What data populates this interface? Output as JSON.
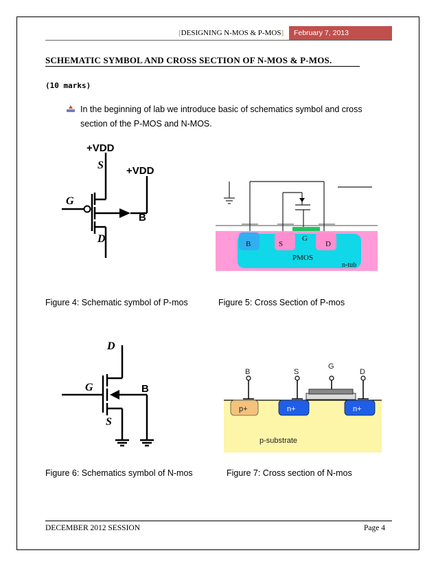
{
  "header": {
    "title": "DESIGNING N-MOS & P-MOS",
    "bracket_open": "[",
    "bracket_close": "]",
    "date": "February 7, 2013",
    "accent_color": "#c0504d"
  },
  "section": {
    "title": "SCHEMATIC SYMBOL AND CROSS SECTION OF N-MOS & P-MOS.",
    "marks": "(10 marks)"
  },
  "intro": {
    "bullet_icon": "arrow-bullet-icon",
    "text": "In the beginning of lab we introduce basic of schematics symbol and cross section of the P-MOS and N-MOS."
  },
  "figures": {
    "pmos_symbol": {
      "vdd_s": "+VDD",
      "s": "S",
      "vdd_b": "+VDD",
      "g": "G",
      "b": "B",
      "d": "D",
      "caption": "Figure 4: Schematic symbol of P-mos"
    },
    "pmos_cross": {
      "g": "G",
      "b": "B",
      "s": "S",
      "d": "D",
      "pmos": "PMOS",
      "ntub": "n-tub",
      "caption": "Figure 5: Cross Section of P-mos"
    },
    "nmos_symbol": {
      "d": "D",
      "g": "G",
      "b": "B",
      "s": "S",
      "caption": "Figure 6: Schematics symbol of N-mos"
    },
    "nmos_cross": {
      "b": "B",
      "s": "S",
      "g": "G",
      "d": "D",
      "p_plus": "p+",
      "n_plus_1": "n+",
      "n_plus_2": "n+",
      "substrate": "p-substrate",
      "caption": "Figure 7: Cross section of N-mos"
    }
  },
  "footer": {
    "session": "DECEMBER 2012 SESSION",
    "page": "Page 4"
  }
}
